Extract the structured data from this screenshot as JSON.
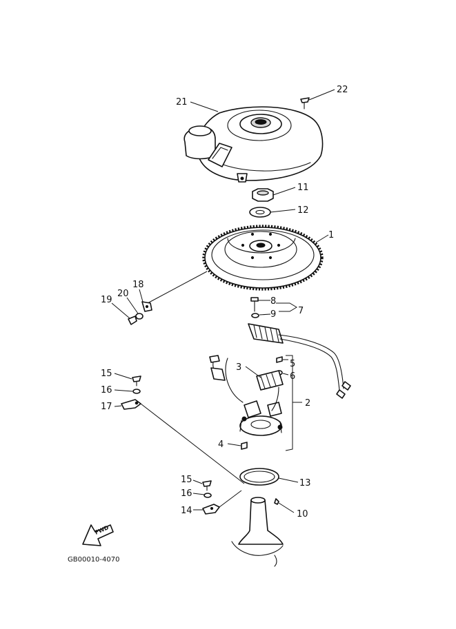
{
  "diagram": {
    "code": "GB00010-4070",
    "fwd_label": "FWD",
    "callouts": {
      "c1": "1",
      "c2": "2",
      "c3": "3",
      "c4": "4",
      "c5": "5",
      "c6": "6",
      "c7": "7",
      "c8": "8",
      "c9": "9",
      "c10": "10",
      "c11": "11",
      "c12": "12",
      "c13": "13",
      "c14": "14",
      "c15a": "15",
      "c15b": "15",
      "c16a": "16",
      "c16b": "16",
      "c17": "17",
      "c18": "18",
      "c19": "19",
      "c20": "20",
      "c21": "21",
      "c22": "22"
    }
  }
}
